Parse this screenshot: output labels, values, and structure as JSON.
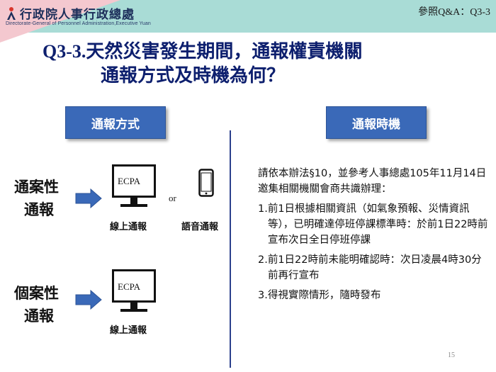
{
  "header": {
    "org_name": "行政院人事行政總處",
    "org_name_en": "Directorate-General of Personnel Administration,Executive Yuan",
    "ref": "參照Q&A：Q3-3",
    "colors": {
      "band": "#a9dcd6",
      "navy": "#1c2e5a",
      "logo_red": "#d9342b"
    }
  },
  "title": {
    "qid": "Q3-3.",
    "line1": "天然災害發生期間，通報權責機關",
    "line2": "通報方式及時機為何？"
  },
  "method": {
    "heading": "通報方式",
    "general": {
      "line1": "通案性",
      "line2": "通報",
      "monitor_label": "ECPA",
      "or_text": "or",
      "caption_online": "線上通報",
      "caption_voice": "語音通報"
    },
    "individual": {
      "line1": "個案性",
      "line2": "通報",
      "monitor_label": "ECPA",
      "caption_online": "線上通報"
    }
  },
  "timing": {
    "heading": "通報時機",
    "intro": "請依本辦法§10，並參考人事總處105年11月14日邀集相關機關會商共識辦理：",
    "items": [
      "1.前1日根據相關資訊（如氣象預報、災情資訊等），已明確達停班停課標準時：於前1日22時前宣布次日全日停班停課",
      "2.前1日22時前未能明確認時：次日凌晨4時30分前再行宣布",
      "3.得視實際情形，隨時發布"
    ]
  },
  "page_number": "15",
  "colors": {
    "pill": "#3a69b8",
    "arrow": "#3a69b8",
    "divider": "#2b3f8c",
    "title": "#0d1f6e"
  },
  "icons": [
    "person-logo-icon",
    "monitor-icon",
    "smartphone-icon",
    "arrow-right-icon"
  ]
}
